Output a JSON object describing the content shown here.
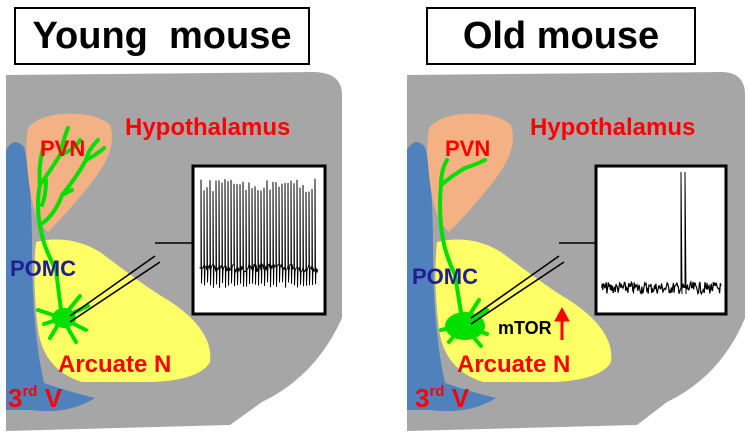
{
  "colors": {
    "brain": "#a6a6a6",
    "ventricle": "#4f81bd",
    "pvn": "#f4b183",
    "arcuate": "#ffff66",
    "neuron": "#00e000",
    "region_label": "#ff0000",
    "pomc_label": "#1f1f8f",
    "arrow": "#ff0000"
  },
  "panels": [
    {
      "title": "Young  mouse",
      "region_label": "Hypothalamus",
      "pvn_label": "PVN",
      "pomc_label": "POMC",
      "arcuate_label": "Arcuate N",
      "ventricle_label": {
        "main": "3",
        "sup": "rd",
        "suffix": " V"
      },
      "firing": "high"
    },
    {
      "title": "Old mouse",
      "region_label": "Hypothalamus",
      "pvn_label": "PVN",
      "pomc_label": "POMC",
      "arcuate_label": "Arcuate N",
      "ventricle_label": {
        "main": "3",
        "sup": "rd",
        "suffix": " V"
      },
      "mtor_label": "mTOR",
      "mtor_arrow": "up-arrow",
      "firing": "low"
    }
  ]
}
